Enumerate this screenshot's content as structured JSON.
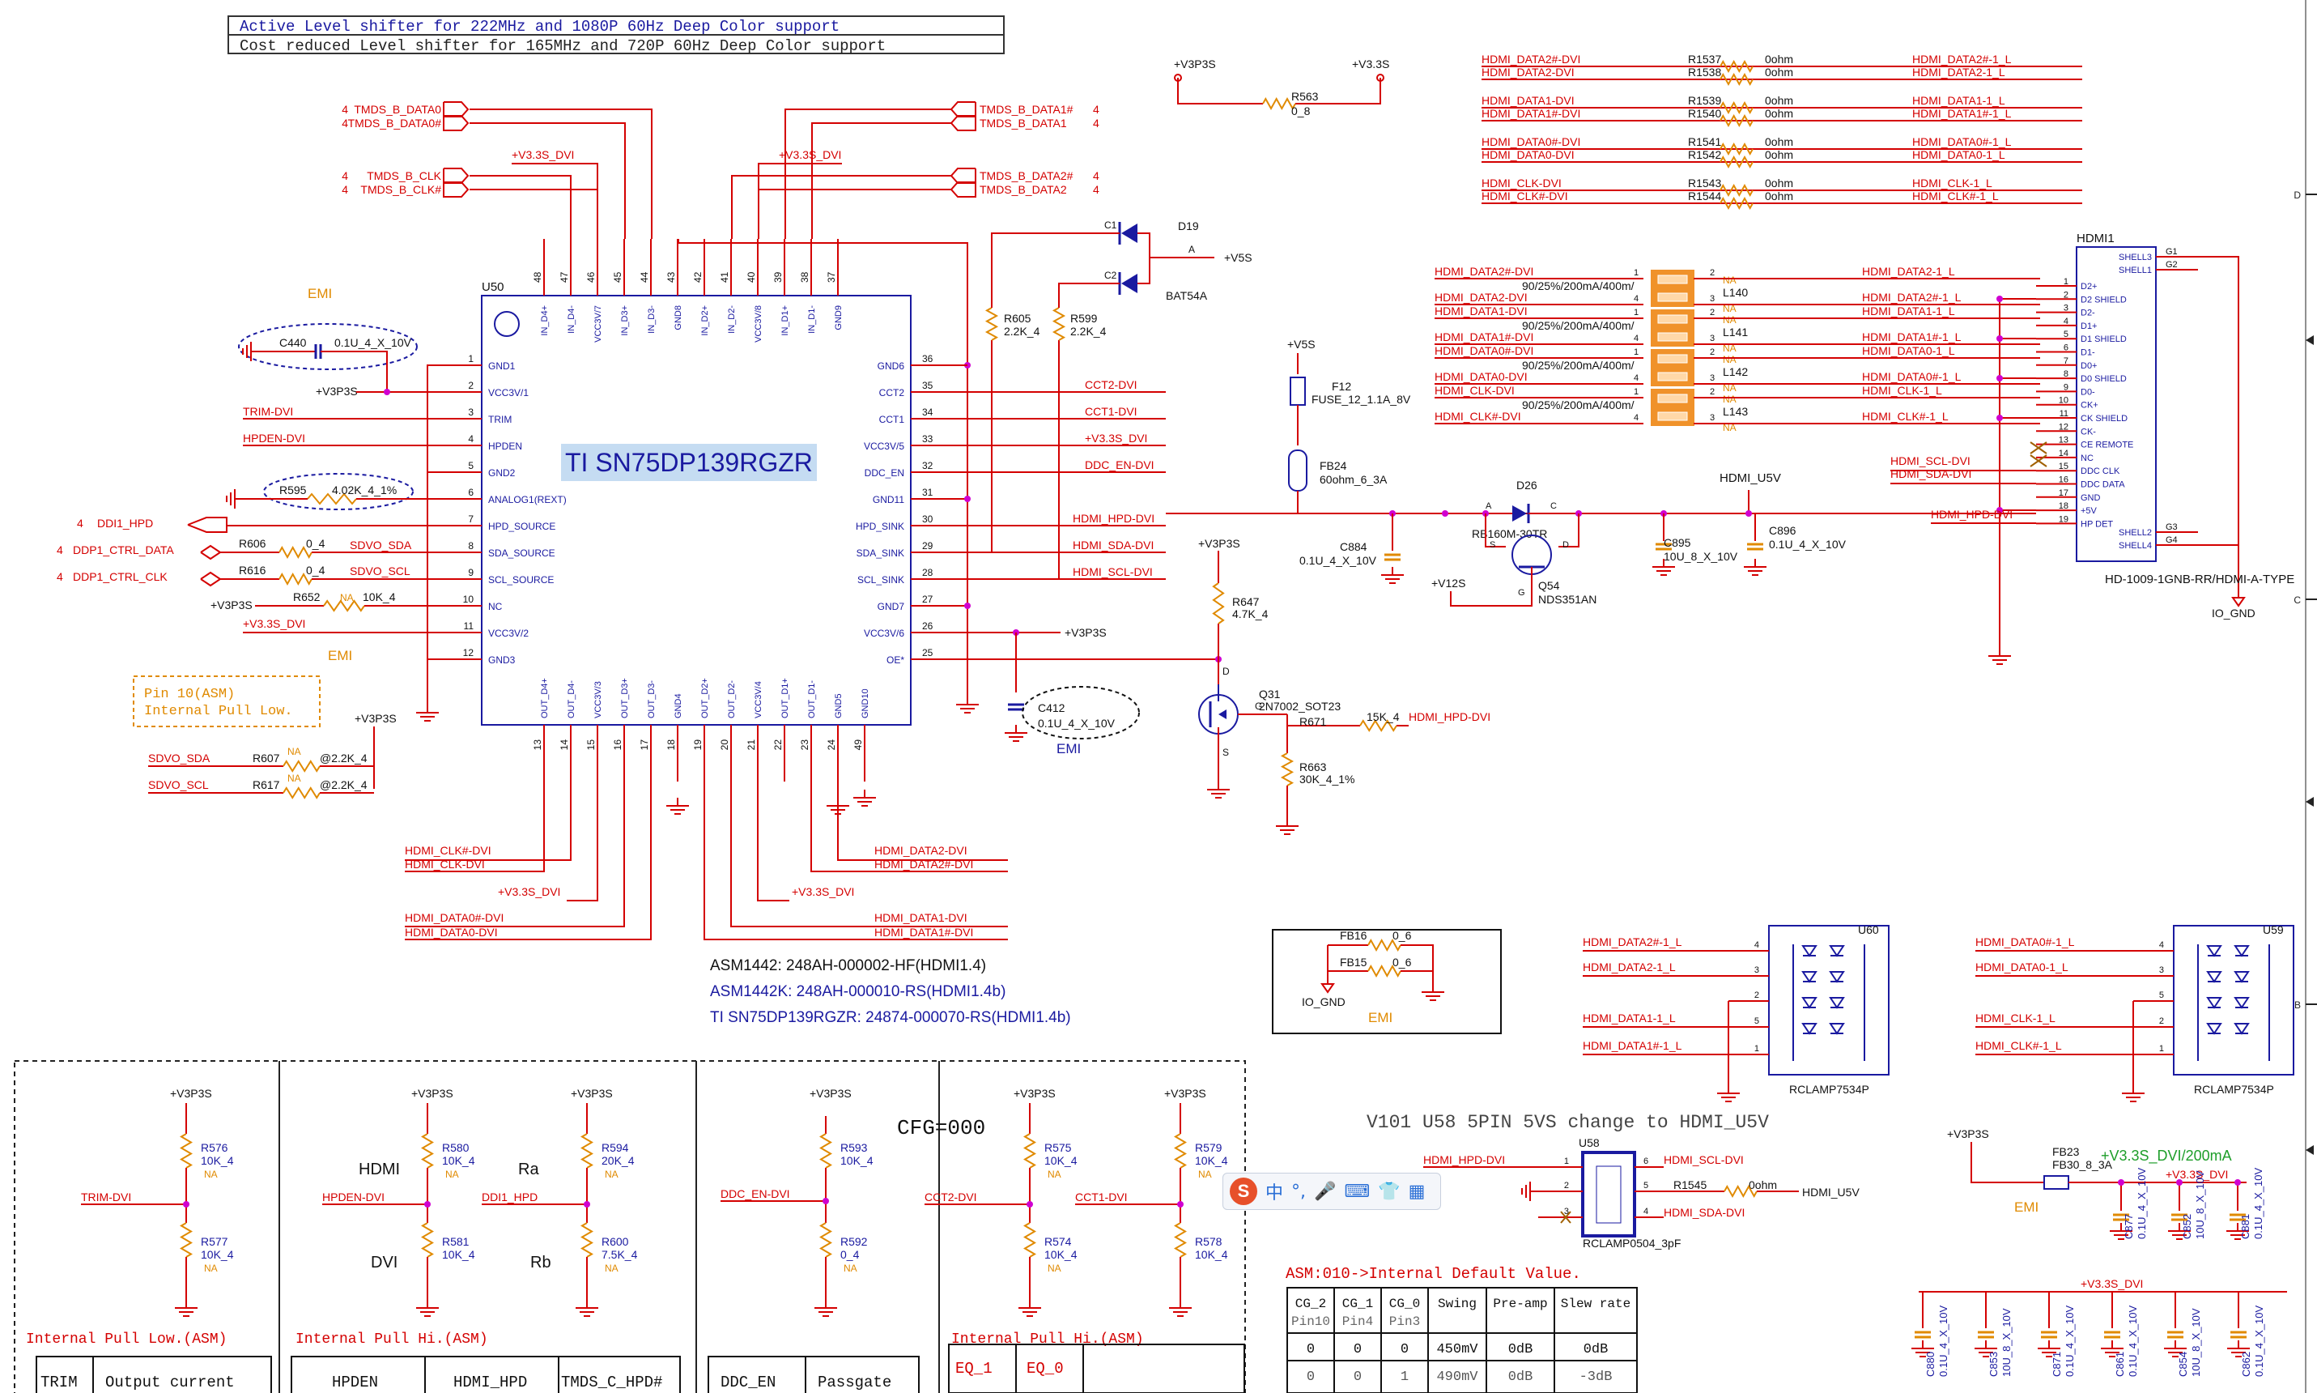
{
  "header": {
    "line1": "Active Level shifter for 222MHz and 1080P 60Hz Deep Color support",
    "line2": "Cost reduced Level shifter for 165MHz and 720P 60Hz Deep Color support"
  },
  "chip": {
    "ref": "U50",
    "name": "TI SN75DP139RGZR",
    "left_pins": [
      {
        "num": "1",
        "name": "GND1"
      },
      {
        "num": "2",
        "name": "VCC3V/1"
      },
      {
        "num": "3",
        "name": "TRIM"
      },
      {
        "num": "4",
        "name": "HPDEN"
      },
      {
        "num": "5",
        "name": "GND2"
      },
      {
        "num": "6",
        "name": "ANALOG1(REXT)"
      },
      {
        "num": "7",
        "name": "HPD_SOURCE"
      },
      {
        "num": "8",
        "name": "SDA_SOURCE"
      },
      {
        "num": "9",
        "name": "SCL_SOURCE"
      },
      {
        "num": "10",
        "name": "NC"
      },
      {
        "num": "11",
        "name": "VCC3V/2"
      },
      {
        "num": "12",
        "name": "GND3"
      }
    ],
    "right_pins": [
      {
        "num": "36",
        "name": "GND6"
      },
      {
        "num": "35",
        "name": "CCT2"
      },
      {
        "num": "34",
        "name": "CCT1"
      },
      {
        "num": "33",
        "name": "VCC3V/5"
      },
      {
        "num": "32",
        "name": "DDC_EN"
      },
      {
        "num": "31",
        "name": "GND11"
      },
      {
        "num": "30",
        "name": "HPD_SINK"
      },
      {
        "num": "29",
        "name": "SDA_SINK"
      },
      {
        "num": "28",
        "name": "SCL_SINK"
      },
      {
        "num": "27",
        "name": "GND7"
      },
      {
        "num": "26",
        "name": "VCC3V/6"
      },
      {
        "num": "25",
        "name": "OE*"
      }
    ],
    "top_pins": [
      {
        "num": "48",
        "name": "IN_D4+"
      },
      {
        "num": "47",
        "name": "IN_D4-"
      },
      {
        "num": "46",
        "name": "VCC3V/7"
      },
      {
        "num": "45",
        "name": "IN_D3+"
      },
      {
        "num": "44",
        "name": "IN_D3-"
      },
      {
        "num": "43",
        "name": "GND8"
      },
      {
        "num": "42",
        "name": "IN_D2+"
      },
      {
        "num": "41",
        "name": "IN_D2-"
      },
      {
        "num": "40",
        "name": "VCC3V/8"
      },
      {
        "num": "39",
        "name": "IN_D1+"
      },
      {
        "num": "38",
        "name": "IN_D1-"
      },
      {
        "num": "37",
        "name": "GND9"
      }
    ],
    "bottom_pins": [
      {
        "num": "13",
        "name": "OUT_D4+"
      },
      {
        "num": "14",
        "name": "OUT_D4-"
      },
      {
        "num": "15",
        "name": "VCC3V/3"
      },
      {
        "num": "16",
        "name": "OUT_D3+"
      },
      {
        "num": "17",
        "name": "OUT_D3-"
      },
      {
        "num": "18",
        "name": "GND4"
      },
      {
        "num": "19",
        "name": "OUT_D2+"
      },
      {
        "num": "20",
        "name": "OUT_D2-"
      },
      {
        "num": "21",
        "name": "VCC3V/4"
      },
      {
        "num": "22",
        "name": "OUT_D1+"
      },
      {
        "num": "23",
        "name": "OUT_D1-"
      },
      {
        "num": "24",
        "name": "GND5"
      },
      {
        "num": "49",
        "name": "GND10"
      }
    ]
  },
  "tmds_in": {
    "left": [
      {
        "n": "4",
        "name": "TMDS_B_DATA0"
      },
      {
        "n": "4",
        "name": "TMDS_B_DATA0#"
      },
      {
        "n": "4",
        "name": "TMDS_B_CLK"
      },
      {
        "n": "4",
        "name": "TMDS_B_CLK#"
      }
    ],
    "right": [
      {
        "n": "4",
        "name": "TMDS_B_DATA1#"
      },
      {
        "n": "4",
        "name": "TMDS_B_DATA1"
      },
      {
        "n": "4",
        "name": "TMDS_B_DATA2#"
      },
      {
        "n": "4",
        "name": "TMDS_B_DATA2"
      }
    ]
  },
  "nets": {
    "v33s_dvi": "+V3.3S_DVI",
    "v3p3s": "+V3P3S",
    "v33s": "+V3.3S",
    "v5s": "+V5S",
    "v12s": "+V12S",
    "hdmi_u5v": "HDMI_U5V",
    "io_gnd": "IO_GND",
    "trim_dvi": "TRIM-DVI",
    "hpden_dvi": "HPDEN-DVI",
    "ddi1_hpd": "DDI1_HPD",
    "ddp1_ctrl_data": "DDP1_CTRL_DATA",
    "ddp1_ctrl_clk": "DDP1_CTRL_CLK",
    "sdvo_sda": "SDVO_SDA",
    "sdvo_scl": "SDVO_SCL",
    "cct2_dvi": "CCT2-DVI",
    "cct1_dvi": "CCT1-DVI",
    "ddc_en_dvi": "DDC_EN-DVI",
    "hdmi_hpd_dvi": "HDMI_HPD-DVI",
    "hdmi_sda_dvi": "HDMI_SDA-DVI",
    "hdmi_scl_dvi": "HDMI_SCL-DVI",
    "four": "4"
  },
  "chip_out_nets": {
    "left": [
      "HDMI_CLK#-DVI",
      "HDMI_CLK-DVI",
      "+V3.3S_DVI",
      "HDMI_DATA0#-DVI",
      "HDMI_DATA0-DVI"
    ],
    "right": [
      "HDMI_DATA2-DVI",
      "HDMI_DATA2#-DVI",
      "+V3.3S_DVI",
      "HDMI_DATA1-DVI",
      "HDMI_DATA1#-DVI"
    ]
  },
  "parts": {
    "c440": {
      "ref": "C440",
      "val": "0.1U_4_X_10V"
    },
    "r595": {
      "ref": "R595",
      "val": "4.02K_4_1%"
    },
    "r606": {
      "ref": "R606",
      "val": "0_4"
    },
    "r616": {
      "ref": "R616",
      "val": "0_4"
    },
    "r652": {
      "ref": "R652",
      "val": "10K_4",
      "na": "NA"
    },
    "r607": {
      "ref": "R607",
      "val": "@2.2K_4",
      "na": "NA"
    },
    "r617": {
      "ref": "R617",
      "val": "@2.2K_4",
      "na": "NA"
    },
    "r605": {
      "ref": "R605",
      "val": "2.2K_4"
    },
    "r599": {
      "ref": "R599",
      "val": "2.2K_4"
    },
    "d19": {
      "ref": "D19",
      "part": "BAT54A",
      "c1": "C1",
      "c2": "C2",
      "a": "A"
    },
    "c412": {
      "ref": "C412",
      "val": "0.1U_4_X_10V"
    },
    "r647": {
      "ref": "R647",
      "val": "4.7K_4"
    },
    "q31": {
      "ref": "Q31",
      "part": "2N7002_SOT23",
      "g": "G",
      "d": "D",
      "s": "S"
    },
    "r671": {
      "ref": "R671",
      "val": "15K_4"
    },
    "r663": {
      "ref": "R663",
      "val": "30K_4_1%"
    },
    "r563": {
      "ref": "R563",
      "val": "0_8"
    },
    "f12": {
      "ref": "F12",
      "val": "FUSE_12_1.1A_8V"
    },
    "fb24": {
      "ref": "FB24",
      "val": "60ohm_6_3A"
    },
    "c884": {
      "ref": "C884",
      "val": "0.1U_4_X_10V"
    },
    "d26": {
      "ref": "D26",
      "part": "RB160M-30TR"
    },
    "q54": {
      "ref": "Q54",
      "part": "NDS351AN",
      "s": "S",
      "d": "D",
      "g": "G"
    },
    "c895": {
      "ref": "C895",
      "val": "10U_8_X_10V"
    },
    "c896": {
      "ref": "C896",
      "val": "0.1U_4_X_10V"
    },
    "fb16": {
      "ref": "FB16",
      "val": "0_6"
    },
    "fb15": {
      "ref": "FB15",
      "val": "0_6"
    },
    "fb23": {
      "ref": "FB23",
      "val": "FB30_8_3A"
    },
    "r1545": {
      "ref": "R1545",
      "val": "0ohm"
    }
  },
  "emi_label": "EMI",
  "pin10_note": [
    "Pin 10(ASM)",
    "Internal Pull Low."
  ],
  "asm_notes": [
    "ASM1442: 248AH-000002-HF(HDMI1.4)",
    "ASM1442K: 248AH-000010-RS(HDMI1.4b)",
    "TI SN75DP139RGZR: 24874-000070-RS(HDMI1.4b)"
  ],
  "series_res": [
    {
      "l": "HDMI_DATA2#-DVI",
      "ref": "R1537",
      "val": "0ohm",
      "r": "HDMI_DATA2#-1_L"
    },
    {
      "l": "HDMI_DATA2-DVI",
      "ref": "R1538",
      "val": "0ohm",
      "r": "HDMI_DATA2-1_L"
    },
    {
      "l": "HDMI_DATA1-DVI",
      "ref": "R1539",
      "val": "0ohm",
      "r": "HDMI_DATA1-1_L"
    },
    {
      "l": "HDMI_DATA1#-DVI",
      "ref": "R1540",
      "val": "0ohm",
      "r": "HDMI_DATA1#-1_L"
    },
    {
      "l": "HDMI_DATA0#-DVI",
      "ref": "R1541",
      "val": "0ohm",
      "r": "HDMI_DATA0#-1_L"
    },
    {
      "l": "HDMI_DATA0-DVI",
      "ref": "R1542",
      "val": "0ohm",
      "r": "HDMI_DATA0-1_L"
    },
    {
      "l": "HDMI_CLK-DVI",
      "ref": "R1543",
      "val": "0ohm",
      "r": "HDMI_CLK-1_L"
    },
    {
      "l": "HDMI_CLK#-DVI",
      "ref": "R1544",
      "val": "0ohm",
      "r": "HDMI_CLK#-1_L"
    }
  ],
  "chokes": [
    {
      "ref": "L140",
      "spec": "90/25%/200mA/400m/",
      "in1": "HDMI_DATA2#-DVI",
      "in2": "HDMI_DATA2-DVI",
      "na": "NA"
    },
    {
      "ref": "L141",
      "spec": "90/25%/200mA/400m/",
      "in1": "HDMI_DATA1-DVI",
      "in2": "HDMI_DATA1#-DVI",
      "na": "NA"
    },
    {
      "ref": "L142",
      "spec": "90/25%/200mA/400m/",
      "in1": "HDMI_DATA0#-DVI",
      "in2": "HDMI_DATA0-DVI",
      "na": "NA"
    },
    {
      "ref": "L143",
      "spec": "90/25%/200mA/400m/",
      "in1": "HDMI_CLK-DVI",
      "in2": "HDMI_CLK#-DVI",
      "na": "NA"
    }
  ],
  "choke_out": [
    "HDMI_DATA2-1_L",
    "HDMI_DATA2#-1_L",
    "HDMI_DATA1-1_L",
    "HDMI_DATA1#-1_L",
    "HDMI_DATA0-1_L",
    "HDMI_DATA0#-1_L",
    "HDMI_CLK-1_L",
    "HDMI_CLK#-1_L"
  ],
  "connector": {
    "ref": "HDMI1",
    "part": "HD-1009-1GNB-RR/HDMI-A-TYPE",
    "pins": [
      {
        "n": "1",
        "name": "D2+"
      },
      {
        "n": "2",
        "name": "D2 SHIELD"
      },
      {
        "n": "3",
        "name": "D2-"
      },
      {
        "n": "4",
        "name": "D1+"
      },
      {
        "n": "5",
        "name": "D1 SHIELD"
      },
      {
        "n": "6",
        "name": "D1-"
      },
      {
        "n": "7",
        "name": "D0+"
      },
      {
        "n": "8",
        "name": "D0 SHIELD"
      },
      {
        "n": "9",
        "name": "D0-"
      },
      {
        "n": "10",
        "name": "CK+"
      },
      {
        "n": "11",
        "name": "CK SHIELD"
      },
      {
        "n": "12",
        "name": "CK-"
      },
      {
        "n": "13",
        "name": "CE REMOTE"
      },
      {
        "n": "14",
        "name": "NC"
      },
      {
        "n": "15",
        "name": "DDC CLK"
      },
      {
        "n": "16",
        "name": "DDC DATA"
      },
      {
        "n": "17",
        "name": "GND"
      },
      {
        "n": "18",
        "name": "+5V"
      },
      {
        "n": "19",
        "name": "HP DET"
      }
    ],
    "shells": [
      {
        "g": "G1",
        "name": "SHELL3"
      },
      {
        "g": "G2",
        "name": "SHELL1"
      },
      {
        "g": "G3",
        "name": "SHELL2"
      },
      {
        "g": "G4",
        "name": "SHELL4"
      }
    ]
  },
  "tvs": [
    {
      "ref": "U60",
      "part": "RCLAMP7534P",
      "nets": [
        "HDMI_DATA2#-1_L",
        "HDMI_DATA2-1_L",
        "HDMI_DATA1-1_L",
        "HDMI_DATA1#-1_L"
      ],
      "pins": [
        "4",
        "3",
        "5",
        "1"
      ],
      "gp": "2"
    },
    {
      "ref": "U59",
      "part": "RCLAMP7534P",
      "nets": [
        "HDMI_DATA0#-1_L",
        "HDMI_DATA0-1_L",
        "HDMI_CLK-1_L",
        "HDMI_CLK#-1_L"
      ],
      "pins": [
        "4",
        "3",
        "2",
        "1"
      ],
      "gp": "5"
    }
  ],
  "u58": {
    "ref": "U58",
    "part": "RCLAMP0504_3pF",
    "note": "V101  U58 5PIN  5VS change to HDMI_U5V",
    "pins": [
      "1",
      "2",
      "3",
      "6",
      "5",
      "4"
    ]
  },
  "cfg_title": "CFG=000",
  "straps": [
    {
      "net": "TRIM-DVI",
      "top": {
        "ref": "R576",
        "val": "10K_4",
        "na": "NA"
      },
      "bot": {
        "ref": "R577",
        "val": "10K_4",
        "na": "NA"
      },
      "note": "Internal Pull Low.(ASM)"
    },
    {
      "net": "HPDEN-DVI",
      "top": {
        "ref": "R580",
        "val": "10K_4",
        "na": "NA"
      },
      "bot": {
        "ref": "R581",
        "val": "10K_4"
      },
      "hi": "HDMI",
      "lo": "DVI",
      "note": "Internal Pull Hi.(ASM)"
    },
    {
      "net": "DDI1_HPD",
      "top": {
        "ref": "R594",
        "val": "20K_4",
        "na": "NA"
      },
      "bot": {
        "ref": "R600",
        "val": "7.5K_4",
        "na": "NA"
      },
      "hi": "Ra",
      "lo": "Rb"
    },
    {
      "net": "DDC_EN-DVI",
      "top": {
        "ref": "R593",
        "val": "10K_4"
      },
      "bot": {
        "ref": "R592",
        "val": "0_4",
        "na": "NA"
      }
    },
    {
      "net": "CCT2-DVI",
      "top": {
        "ref": "R575",
        "val": "10K_4",
        "na": "NA"
      },
      "bot": {
        "ref": "R574",
        "val": "10K_4",
        "na": "NA"
      },
      "note": "Internal Pull Hi.(ASM)"
    },
    {
      "net": "CCT1-DVI",
      "top": {
        "ref": "R579",
        "val": "10K_4",
        "na": "NA"
      },
      "bot": {
        "ref": "R578",
        "val": "10K_4"
      }
    }
  ],
  "bottom_tables": {
    "trim": [
      "TRIM",
      "Output current"
    ],
    "hpden": [
      "HPDEN",
      "HDMI_HPD",
      "TMDS_C_HPD#"
    ],
    "ddc": [
      "DDC_EN",
      "Passgate"
    ],
    "eq": [
      "EQ_1",
      "EQ_0"
    ]
  },
  "swing_table": {
    "title": "ASM:010->Internal Default Value.",
    "headers": [
      "CG_2",
      "CG_1",
      "CG_0",
      "Swing",
      "Pre-amp",
      "Slew rate"
    ],
    "subheaders": [
      "Pin10",
      "Pin4",
      "Pin3"
    ],
    "rows": [
      [
        "0",
        "0",
        "0",
        "450mV",
        "0dB",
        "0dB"
      ],
      [
        "0",
        "0",
        "1",
        "490mV",
        "0dB",
        "-3dB"
      ]
    ]
  },
  "power_right": {
    "label": "+V3.3S_DVI/200mA",
    "net": "+V3.3S_DVI",
    "caps_top": [
      {
        "ref": "C877",
        "val": "0.1U_4_X_10V"
      },
      {
        "ref": "C852",
        "val": "10U_8_X_10V"
      },
      {
        "ref": "C881",
        "val": "0.1U_4_X_10V"
      }
    ],
    "caps_bot": [
      {
        "ref": "C880",
        "val": "0.1U_4_X_10V"
      },
      {
        "ref": "C853",
        "val": "10U_8_X_10V"
      },
      {
        "ref": "C871",
        "val": "0.1U_4_X_10V"
      },
      {
        "ref": "C861",
        "val": "0.1U_4_X_10V"
      },
      {
        "ref": "C854",
        "val": "10U_8_X_10V"
      },
      {
        "ref": "C862",
        "val": "0.1U_4_X_10V"
      }
    ]
  },
  "ime": {
    "logo": "S",
    "cn": "中",
    "dot": "°,"
  },
  "colors": {
    "net": "#d40000",
    "part": "#1a1aa0",
    "emi": "#e08a00",
    "green": "#1e9e2a",
    "choke": "#f0922a"
  }
}
